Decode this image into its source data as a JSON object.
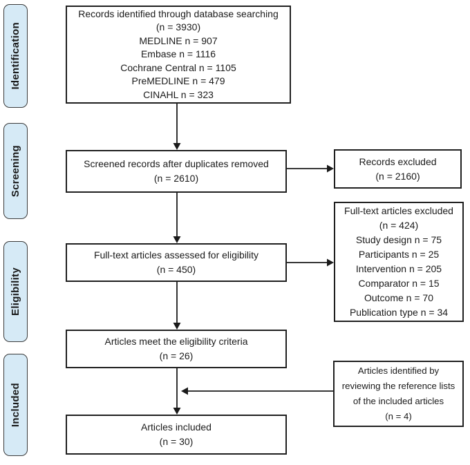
{
  "colors": {
    "background": "#ffffff",
    "stage_fill": "#d6eaf6",
    "stage_border": "#3a3a3a",
    "box_border": "#1f1f1f",
    "text": "#1a1a1a"
  },
  "stages": [
    {
      "label": "Identification"
    },
    {
      "label": "Screening"
    },
    {
      "label": "Eligibility"
    },
    {
      "label": "Included"
    }
  ],
  "boxes": {
    "records_identified": {
      "lines": [
        "Records identified through database searching",
        "(n = 3930)",
        "MEDLINE n = 907",
        "Embase n = 1116",
        "Cochrane Central n = 1105",
        "PreMEDLINE n = 479",
        "CINAHL n = 323"
      ]
    },
    "screened_records": {
      "lines": [
        "Screened records after duplicates removed",
        "(n = 2610)"
      ]
    },
    "records_excluded": {
      "lines": [
        "Records excluded",
        "(n = 2160)"
      ]
    },
    "fulltext_assessed": {
      "lines": [
        "Full-text articles assessed for eligibility",
        "(n = 450)"
      ]
    },
    "fulltext_excluded": {
      "lines": [
        "Full-text articles excluded",
        "(n = 424)",
        "Study design n = 75",
        "Participants n = 25",
        "Intervention n = 205",
        "Comparator n = 15",
        "Outcome n = 70",
        "Publication type n = 34"
      ]
    },
    "eligibility_met": {
      "lines": [
        "Articles meet the eligibility criteria",
        "(n = 26)"
      ]
    },
    "reference_lists": {
      "lines": [
        "Articles identified by",
        "reviewing the reference lists",
        "of the included articles",
        "(n = 4)"
      ]
    },
    "articles_included": {
      "lines": [
        "Articles included",
        "(n = 30)"
      ]
    }
  }
}
